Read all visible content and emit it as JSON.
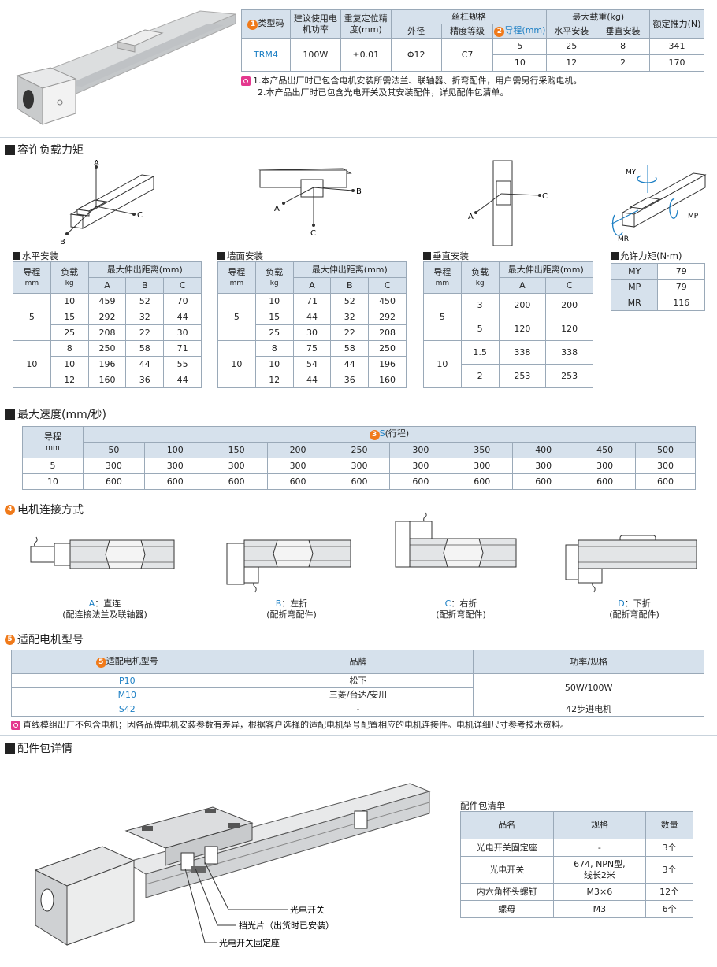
{
  "spec": {
    "headers": {
      "type_code": "类型码",
      "motor_power": "建议使用电机功率",
      "repeat_accuracy": "重复定位精度(mm)",
      "screw_spec": "丝杠规格",
      "outer_dia": "外径",
      "precision_grade": "精度等级",
      "lead": "导程(mm)",
      "max_load": "最大载重(kg)",
      "horizontal": "水平安装",
      "vertical": "垂直安装",
      "rated_thrust": "额定推力(N)"
    },
    "circle1": "1",
    "circle2": "2",
    "row": {
      "type": "TRM4",
      "power": "100W",
      "accuracy": "±0.01",
      "dia": "Φ12",
      "grade": "C7"
    },
    "leads": [
      {
        "lead": "5",
        "h": "25",
        "v": "8",
        "thrust": "341"
      },
      {
        "lead": "10",
        "h": "12",
        "v": "2",
        "thrust": "170"
      }
    ],
    "notes": [
      "1.本产品出厂时已包含电机安装所需法兰、联轴器、折弯配件，用户需另行采购电机。",
      "2.本产品出厂时已包含光电开关及其安装配件，详见配件包清单。"
    ]
  },
  "load": {
    "title": "容许负载力矩",
    "diagram_labels": {
      "A": "A",
      "B": "B",
      "C": "C",
      "MY": "MY",
      "MP": "MP",
      "MR": "MR"
    },
    "headers": {
      "lead": "导程",
      "lead_unit": "mm",
      "load": "负载",
      "load_unit": "kg",
      "max_ext": "最大伸出距离(mm)",
      "A": "A",
      "B": "B",
      "C": "C"
    },
    "horizontal": {
      "title": "水平安装",
      "groups": [
        {
          "lead": "5",
          "rows": [
            [
              "10",
              "459",
              "52",
              "70"
            ],
            [
              "15",
              "292",
              "32",
              "44"
            ],
            [
              "25",
              "208",
              "22",
              "30"
            ]
          ]
        },
        {
          "lead": "10",
          "rows": [
            [
              "8",
              "250",
              "58",
              "71"
            ],
            [
              "10",
              "196",
              "44",
              "55"
            ],
            [
              "12",
              "160",
              "36",
              "44"
            ]
          ]
        }
      ]
    },
    "wall": {
      "title": "墙面安装",
      "groups": [
        {
          "lead": "5",
          "rows": [
            [
              "10",
              "71",
              "52",
              "450"
            ],
            [
              "15",
              "44",
              "32",
              "292"
            ],
            [
              "25",
              "30",
              "22",
              "208"
            ]
          ]
        },
        {
          "lead": "10",
          "rows": [
            [
              "8",
              "75",
              "58",
              "250"
            ],
            [
              "10",
              "54",
              "44",
              "196"
            ],
            [
              "12",
              "44",
              "36",
              "160"
            ]
          ]
        }
      ]
    },
    "vertical": {
      "title": "垂直安装",
      "groups": [
        {
          "lead": "5",
          "rows": [
            [
              "3",
              "200",
              "200"
            ],
            [
              "5",
              "120",
              "120"
            ]
          ]
        },
        {
          "lead": "10",
          "rows": [
            [
              "1.5",
              "338",
              "338"
            ],
            [
              "2",
              "253",
              "253"
            ]
          ]
        }
      ]
    },
    "moment": {
      "title": "允许力矩(N·m)",
      "rows": [
        [
          "MY",
          "79"
        ],
        [
          "MP",
          "79"
        ],
        [
          "MR",
          "116"
        ]
      ]
    }
  },
  "speed": {
    "title": "最大速度(mm/秒)",
    "lead_label": "导程",
    "lead_unit": "mm",
    "circle": "3",
    "stroke_label": "S",
    "stroke_suffix": "(行程)",
    "strokes": [
      "50",
      "100",
      "150",
      "200",
      "250",
      "300",
      "350",
      "400",
      "450",
      "500"
    ],
    "rows": [
      {
        "lead": "5",
        "values": [
          "300",
          "300",
          "300",
          "300",
          "300",
          "300",
          "300",
          "300",
          "300",
          "300"
        ]
      },
      {
        "lead": "10",
        "values": [
          "600",
          "600",
          "600",
          "600",
          "600",
          "600",
          "600",
          "600",
          "600",
          "600"
        ]
      }
    ]
  },
  "connection": {
    "circle": "4",
    "title": "电机连接方式",
    "options": [
      {
        "code": "A",
        "name": "：直连",
        "desc": "(配连接法兰及联轴器)"
      },
      {
        "code": "B",
        "name": "：左折",
        "desc": "(配折弯配件)"
      },
      {
        "code": "C",
        "name": "：右折",
        "desc": "(配折弯配件)"
      },
      {
        "code": "D",
        "name": "：下折",
        "desc": "(配折弯配件)"
      }
    ]
  },
  "motor": {
    "circle": "5",
    "title": "适配电机型号",
    "headers": {
      "model": "适配电机型号",
      "brand": "品牌",
      "power": "功率/规格"
    },
    "rows": [
      {
        "model": "P10",
        "brand": "松下"
      },
      {
        "model": "M10",
        "brand": "三菱/台达/安川"
      },
      {
        "model": "S42",
        "brand": "-"
      }
    ],
    "power_1": "50W/100W",
    "power_2": "42步进电机",
    "note": "直线模组出厂不包含电机；因各品牌电机安装参数有差异，根据客户选择的适配电机型号配置相应的电机连接件。电机详细尺寸参考技术资料。"
  },
  "kit": {
    "title": "配件包详情",
    "callouts": [
      "光电开关",
      "挡光片（出货时已安装）",
      "光电开关固定座"
    ],
    "list_title": "配件包清单",
    "headers": {
      "name": "品名",
      "spec": "规格",
      "qty": "数量"
    },
    "rows": [
      {
        "name": "光电开关固定座",
        "spec": "-",
        "qty": "3个"
      },
      {
        "name": "光电开关",
        "spec": "674, NPN型,",
        "spec2": "线长2米",
        "qty": "3个"
      },
      {
        "name": "内六角杯头螺钉",
        "spec": "M3×6",
        "qty": "12个"
      },
      {
        "name": "螺母",
        "spec": "M3",
        "qty": "6个"
      }
    ]
  }
}
